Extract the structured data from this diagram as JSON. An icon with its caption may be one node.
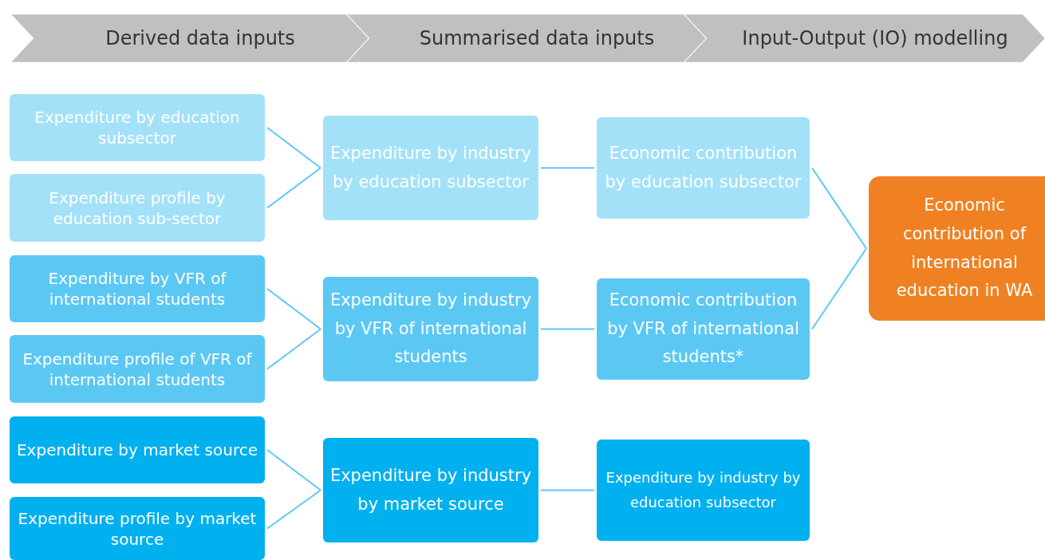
{
  "diagram": {
    "nodes": [
      {
        "text": [
          "Derived data inputs"
        ]
      },
      {
        "text": [
          "Summarised data inputs"
        ]
      },
      {
        "text": [
          "Input-Output (IO) modelling"
        ]
      },
      {
        "text": [
          "Expenditure by education subsector"
        ]
      },
      {
        "text": [
          "Expenditure profile by education sub-sector"
        ]
      },
      {
        "text": [
          "Expenditure by VFR of international students"
        ]
      },
      {
        "text": [
          "Expenditure profile of VFR of international students"
        ]
      },
      {
        "text": [
          "Expenditure by market source"
        ]
      },
      {
        "text": [
          "Expenditure profile by market source"
        ]
      },
      {
        "text": [
          "Expenditure by industry by education subsector"
        ]
      },
      {
        "text": [
          "Expenditure by industry by VFR of international students"
        ]
      },
      {
        "text": [
          "Expenditure by industry by market source"
        ]
      },
      {
        "text": [
          "Economic contribution by education subsector"
        ]
      },
      {
        "text": [
          "Economic contribution by VFR of international students*"
        ]
      },
      {
        "text": [
          "Expenditure by industry by education subsector"
        ]
      },
      {
        "text": [
          "Economic contribution of international education in WA"
        ]
      }
    ],
    "edges": [
      {
        "from": 3,
        "to": 9,
        "arrow": "none"
      },
      {
        "from": 4,
        "to": 9,
        "arrow": "none"
      },
      {
        "from": 5,
        "to": 10,
        "arrow": "none"
      },
      {
        "from": 6,
        "to": 10,
        "arrow": "none"
      },
      {
        "from": 7,
        "to": 11,
        "arrow": "none"
      },
      {
        "from": 8,
        "to": 11,
        "arrow": "none"
      },
      {
        "from": 9,
        "to": 12,
        "arrow": "none"
      },
      {
        "from": 10,
        "to": 13,
        "arrow": "none"
      },
      {
        "from": 11,
        "to": 14,
        "arrow": "none"
      },
      {
        "from": 12,
        "to": 15,
        "arrow": "none"
      },
      {
        "from": 13,
        "to": 15,
        "arrow": "none"
      }
    ]
  }
}
